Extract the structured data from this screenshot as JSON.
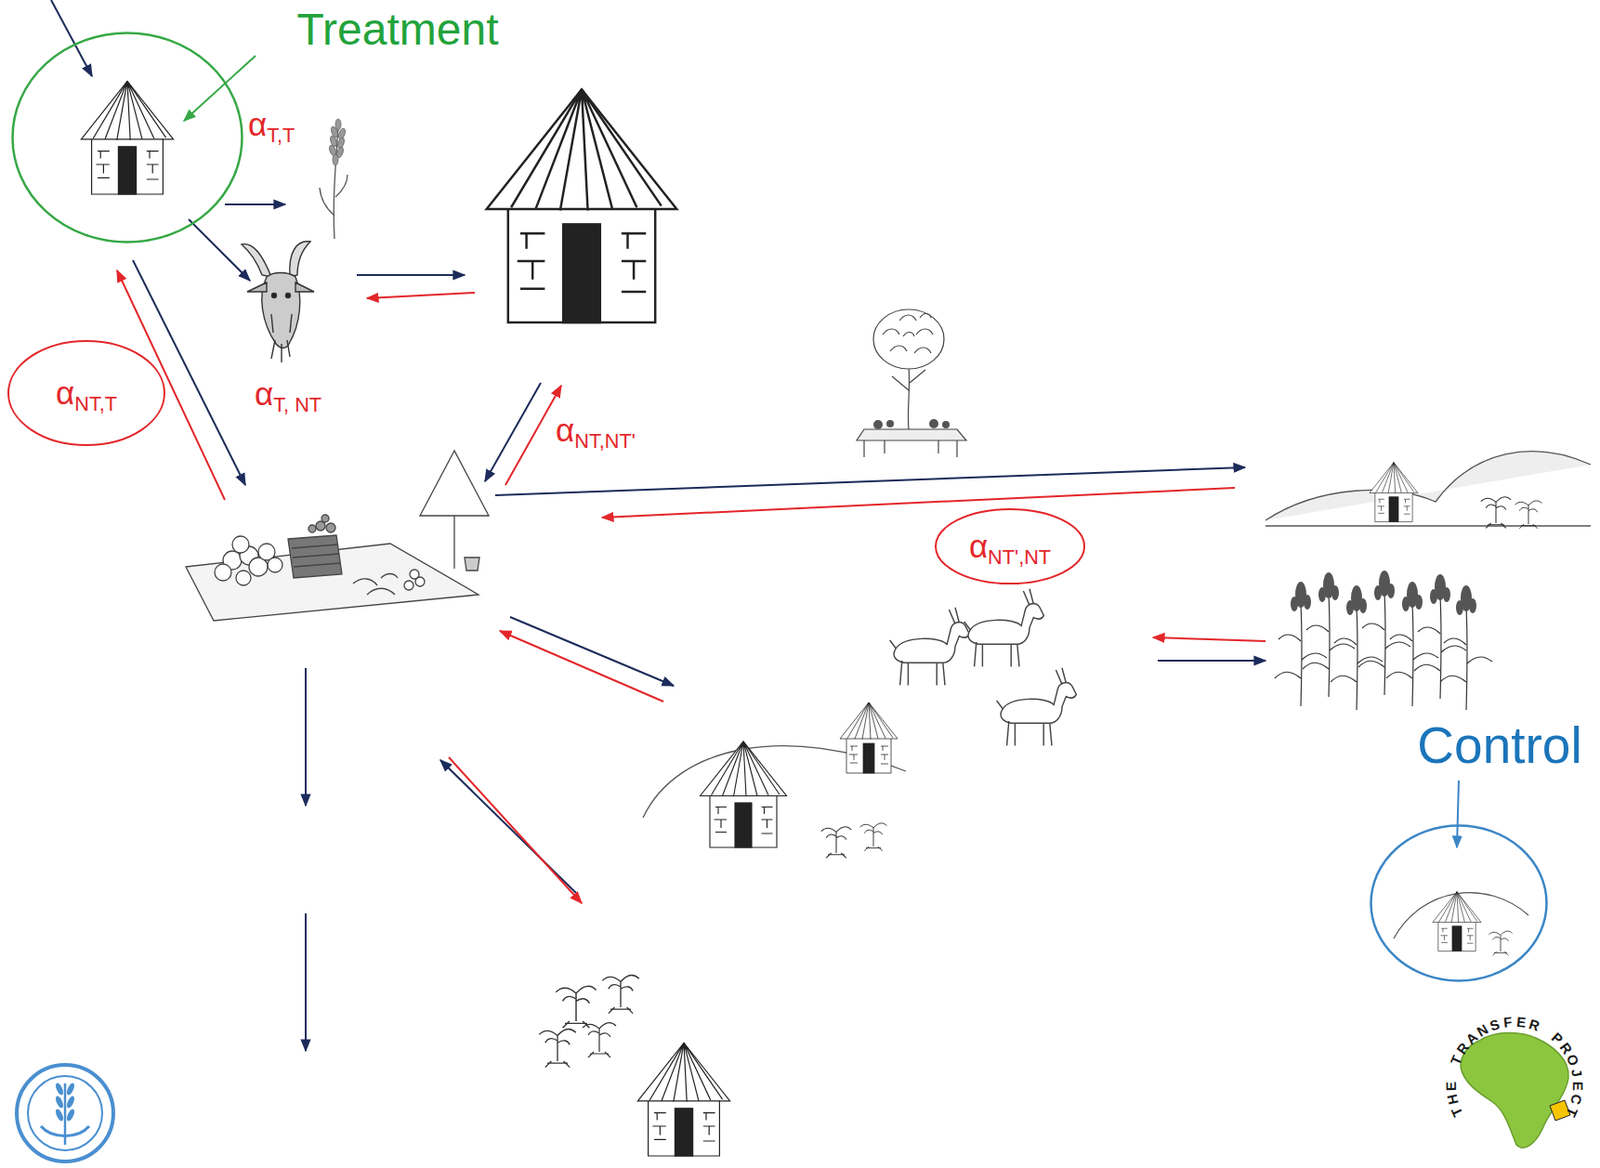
{
  "diagram": {
    "nodes": [
      {
        "text": [
          "Treatment"
        ]
      },
      {
        "text": [
          "αNT,T"
        ]
      },
      {
        "text": [
          "αNT',NT"
        ]
      },
      {
        "text": [
          "Control"
        ]
      }
    ],
    "labels": [
      "αT,T",
      "αT, NT",
      "αNT,NT'",
      "THE TRANSFER PROJECT"
    ]
  }
}
